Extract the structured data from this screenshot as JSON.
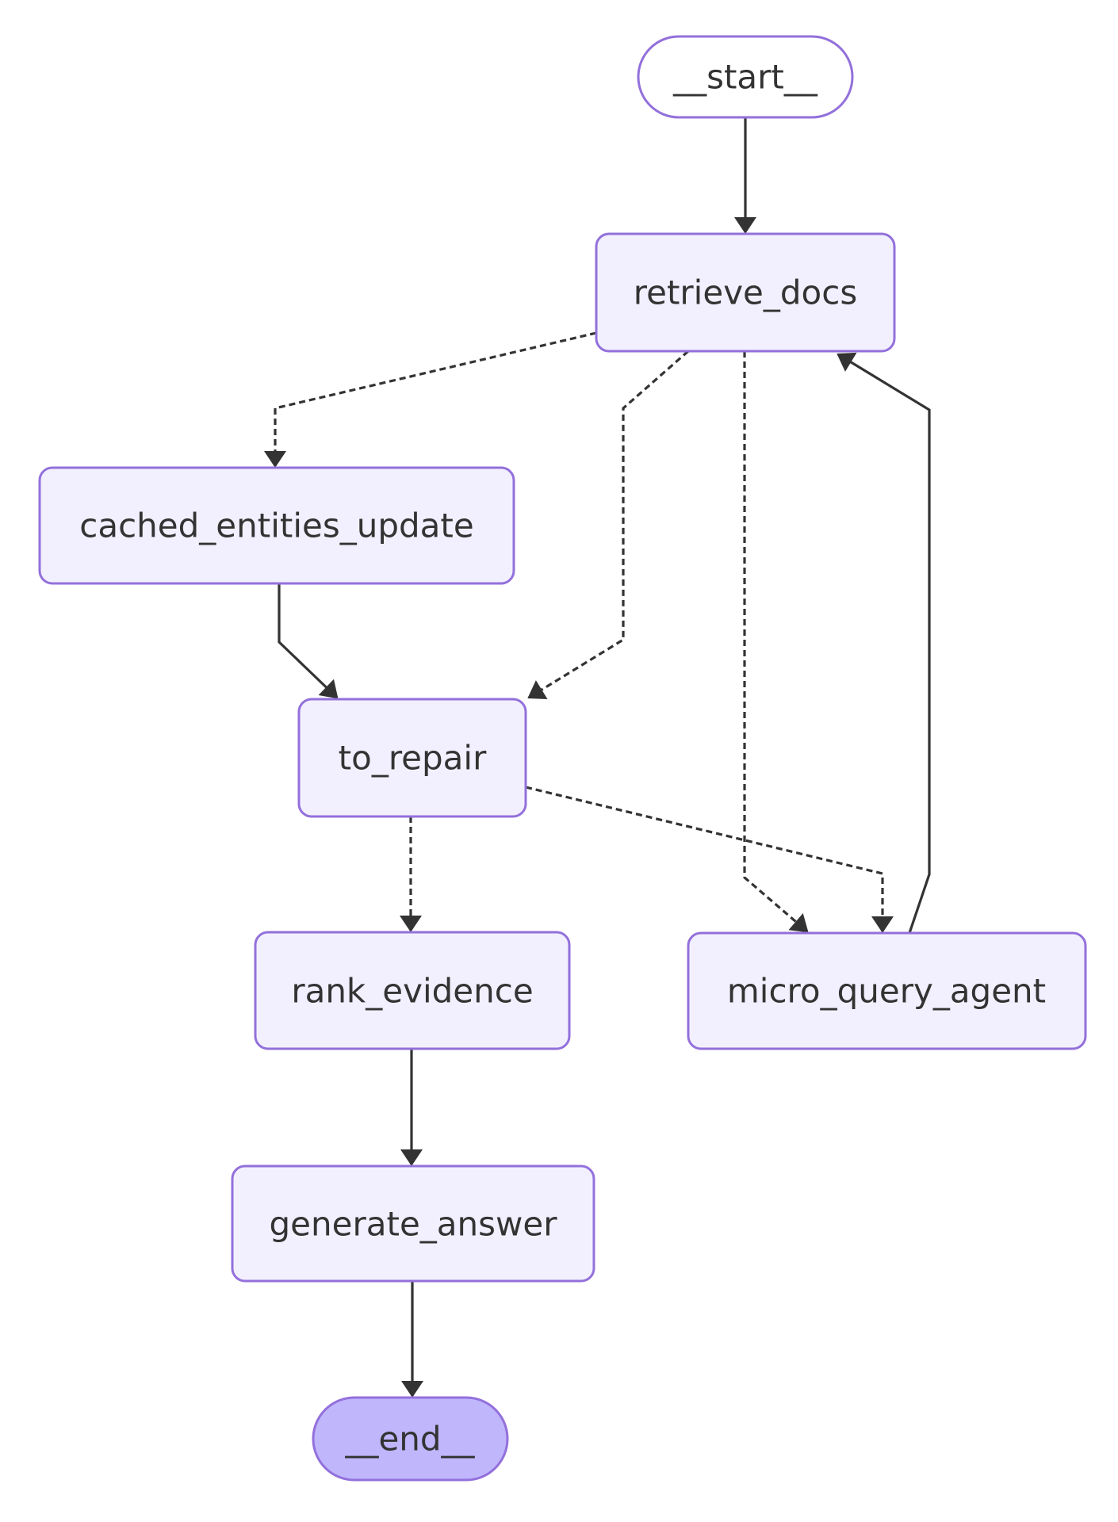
{
  "diagram": {
    "type": "flowchart",
    "background": "#ffffff",
    "colors": {
      "node_fill": "#f2f0ff",
      "node_border": "#9370db",
      "start_fill": "#ffffff",
      "end_fill": "#bfb6fc",
      "text": "#333333",
      "edge": "#333333"
    },
    "nodes": {
      "start": {
        "label": "__start__",
        "shape": "stadium"
      },
      "retrieve_docs": {
        "label": "retrieve_docs",
        "shape": "rect"
      },
      "cached_entities_update": {
        "label": "cached_entities_update",
        "shape": "rect"
      },
      "to_repair": {
        "label": "to_repair",
        "shape": "rect"
      },
      "rank_evidence": {
        "label": "rank_evidence",
        "shape": "rect"
      },
      "micro_query_agent": {
        "label": "micro_query_agent",
        "shape": "rect"
      },
      "generate_answer": {
        "label": "generate_answer",
        "shape": "rect"
      },
      "end": {
        "label": "__end__",
        "shape": "stadium"
      }
    },
    "edges": [
      {
        "from": "__start__",
        "to": "retrieve_docs",
        "style": "solid"
      },
      {
        "from": "retrieve_docs",
        "to": "cached_entities_update",
        "style": "dotted"
      },
      {
        "from": "retrieve_docs",
        "to": "to_repair",
        "style": "dotted"
      },
      {
        "from": "retrieve_docs",
        "to": "micro_query_agent",
        "style": "dotted"
      },
      {
        "from": "cached_entities_update",
        "to": "to_repair",
        "style": "solid"
      },
      {
        "from": "to_repair",
        "to": "rank_evidence",
        "style": "dotted"
      },
      {
        "from": "to_repair",
        "to": "micro_query_agent",
        "style": "dotted"
      },
      {
        "from": "micro_query_agent",
        "to": "retrieve_docs",
        "style": "solid"
      },
      {
        "from": "rank_evidence",
        "to": "generate_answer",
        "style": "solid"
      },
      {
        "from": "generate_answer",
        "to": "__end__",
        "style": "solid"
      }
    ]
  }
}
